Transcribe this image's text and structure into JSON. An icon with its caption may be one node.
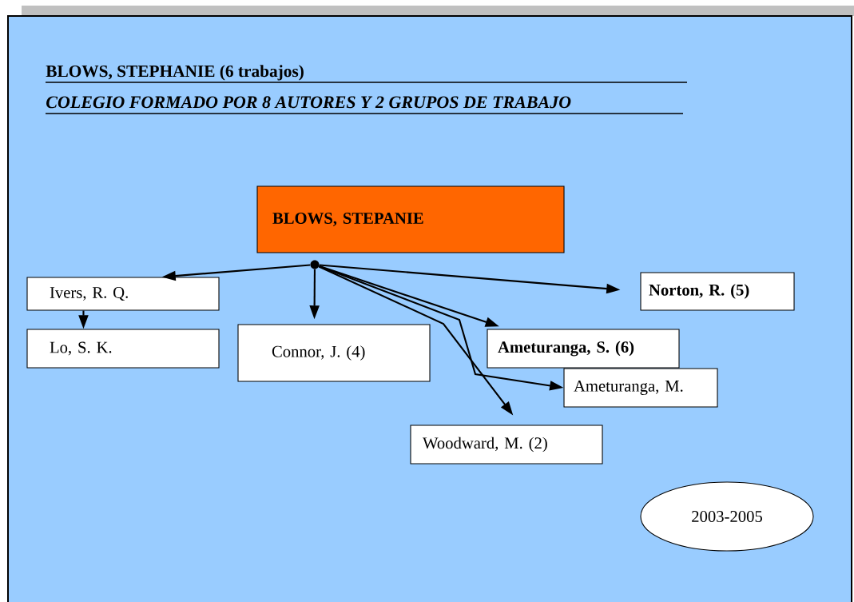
{
  "diagram": {
    "title": "BLOWS, STEPHANIE (6 trabajos)",
    "nodes": [
      {
        "text": [
          "BLOWS, STEPANIE"
        ]
      },
      {
        "text": [],
        "shape": "circle"
      },
      {
        "text": [
          "Ivers, R. Q."
        ]
      },
      {
        "text": [
          "Norton, R. (5)"
        ]
      },
      {
        "text": [
          "Lo, S. K."
        ]
      },
      {
        "text": [
          "Connor, J. (4)"
        ]
      },
      {
        "text": [
          "Ameturanga, S. (6)"
        ]
      },
      {
        "text": [
          "Ameturanga, M."
        ]
      },
      {
        "text": [
          "Woodward, M. (2)"
        ]
      },
      {
        "text": [
          "2003-2005"
        ]
      }
    ],
    "edges": [
      {
        "from": 1,
        "to": 2,
        "arrow": "to"
      },
      {
        "from": 1,
        "to": 5,
        "arrow": "to"
      },
      {
        "from": 1,
        "to": 3,
        "arrow": "to"
      },
      {
        "from": 1,
        "to": 6,
        "arrow": "to"
      },
      {
        "from": 1,
        "to": 7,
        "arrow": "to"
      },
      {
        "from": 1,
        "to": 8,
        "arrow": "to"
      },
      {
        "from": 2,
        "to": 4,
        "arrow": "to"
      }
    ],
    "labels": [
      "COLEGIO FORMADO POR 8 AUTORES Y 2 GRUPOS DE TRABAJO"
    ]
  }
}
